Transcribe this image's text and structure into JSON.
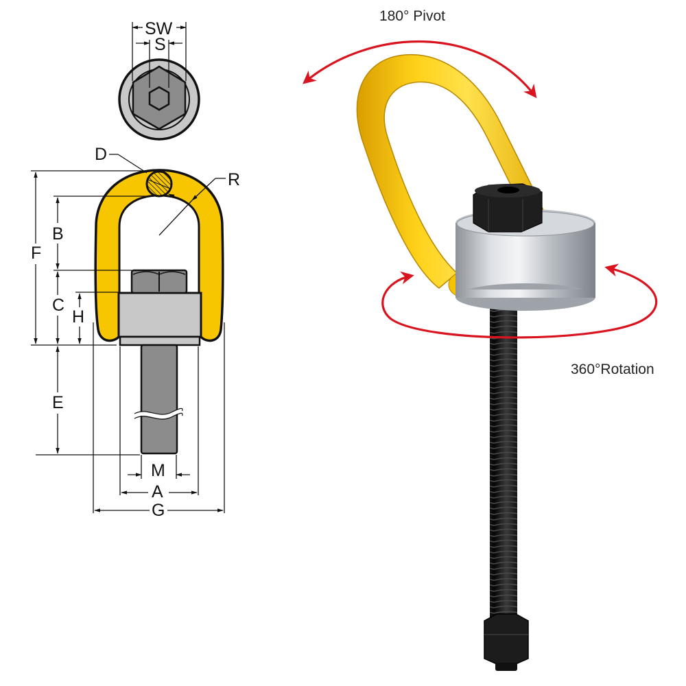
{
  "title": "Swivel hoist ring dimension diagram",
  "technical_drawing": {
    "top_view": {
      "labels": {
        "sw": "SW",
        "s": "S"
      }
    },
    "side_view": {
      "labels": {
        "d": "D",
        "r": "R",
        "f": "F",
        "b": "B",
        "c": "C",
        "h": "H",
        "e": "E",
        "m": "M",
        "a": "A",
        "g": "G"
      }
    },
    "colors": {
      "bail_yellow": "#F7C600",
      "body_gray": "#C8C8C8",
      "bolt_gray": "#8A8A8A",
      "outline": "#111111"
    }
  },
  "product_photo": {
    "pivot_caption": "180° Pivot",
    "rotation_caption": "360°Rotation",
    "colors": {
      "arrow_red": "#D9141E",
      "bail_yellow": "#F5C400",
      "bushing_silver": "#C9CDD2",
      "bolt_black": "#1A1A1A"
    }
  }
}
